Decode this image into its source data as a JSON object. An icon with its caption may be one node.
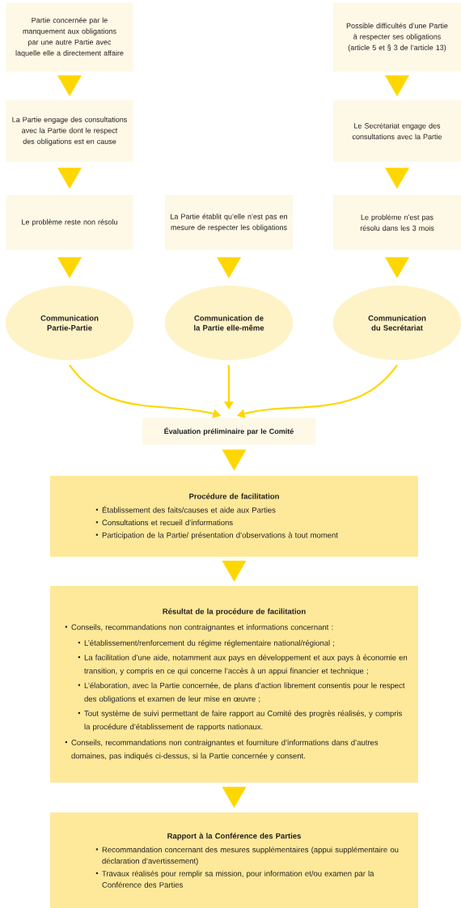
{
  "diagram": {
    "nodes": [
      {
        "text": [
          "Partie concernée par le manquement aux obligations par une autre Partie avec laquelle elle a directement affaire"
        ]
      },
      {
        "text": [
          "La Partie engage des consultations avec la Partie dont le respect des obligations est en cause"
        ]
      },
      {
        "text": [
          "Le problème reste non résolu"
        ]
      },
      {
        "text": [
          "La Partie établit qu’elle n’est pas en mesure de respecter les obligations"
        ]
      },
      {
        "text": [
          "Possible difficultés d’une Partie à respecter ses obligations (article 5 et § 3 de l’article 13)"
        ]
      },
      {
        "text": [
          "Le Secrétariat engage des consultations avec la Partie"
        ]
      },
      {
        "text": [
          "Le problème n’est pas résolu dans les 3 mois"
        ]
      },
      {
        "text": [
          "Communication Partie-Partie"
        ]
      },
      {
        "text": [
          "Communication de la Partie elle-même"
        ]
      },
      {
        "text": [
          "Communication du Secrétariat"
        ]
      },
      {
        "text": [
          "Évaluation préliminaire par le Comité"
        ]
      },
      {
        "text": [
          "Procédure de facilitation",
          "Établissement des faits/causes et aide aux Parties",
          "Consultations et recueil d’informations",
          "Participation de la Partie/ présentation d’observations à tout moment"
        ]
      },
      {
        "text": [
          "Résultat de la procédure de facilitation",
          "Conseils, recommandations non contraignantes et informations concernant :",
          "L’établissement/renforcement du régime réglementaire national/régional ;",
          "La facilitation d’une aide, notamment aux pays en développement et aux pays à économie en transition, y compris en ce qui concerne l’accès à un appui financier et technique ;",
          "L’élaboration, avec la Partie concernée, de plans d’action librement consentis pour le respect des obligations et examen de leur mise en œuvre ;",
          "Tout système de suivi permettant de faire rapport au Comité des progrès réalisés, y compris la procédure d’établissement de rapports nationaux.",
          "Conseils, recommandations non contraignantes et fourniture d’informations dans d’autres domaines, pas indiqués ci-dessus, si la Partie concernée y consent."
        ]
      },
      {
        "text": [
          "Rapport à la Conférence des Parties",
          "Recommandation concernant des mesures supplémentaires (appui supplémentaire ou déclaration d’avertissement)",
          "Travaux réalisés pour remplir sa mission, pour information et/ou examen par la Conférence des Parties"
        ]
      }
    ],
    "edges": [
      {
        "from": 0,
        "to": 1,
        "arrow": "to"
      },
      {
        "from": 1,
        "to": 2,
        "arrow": "to"
      },
      {
        "from": 2,
        "to": 7,
        "arrow": "to"
      },
      {
        "from": 3,
        "to": 8,
        "arrow": "to"
      },
      {
        "from": 4,
        "to": 5,
        "arrow": "to"
      },
      {
        "from": 5,
        "to": 6,
        "arrow": "to"
      },
      {
        "from": 6,
        "to": 9,
        "arrow": "to"
      },
      {
        "from": 7,
        "to": 10,
        "arrow": "to",
        "style": "thick"
      },
      {
        "from": 8,
        "to": 10,
        "arrow": "to",
        "style": "thick"
      },
      {
        "from": 9,
        "to": 10,
        "arrow": "to",
        "style": "thick"
      },
      {
        "from": 10,
        "to": 11,
        "arrow": "to"
      },
      {
        "from": 11,
        "to": 12,
        "arrow": "to"
      },
      {
        "from": 12,
        "to": 13,
        "arrow": "to"
      }
    ]
  }
}
